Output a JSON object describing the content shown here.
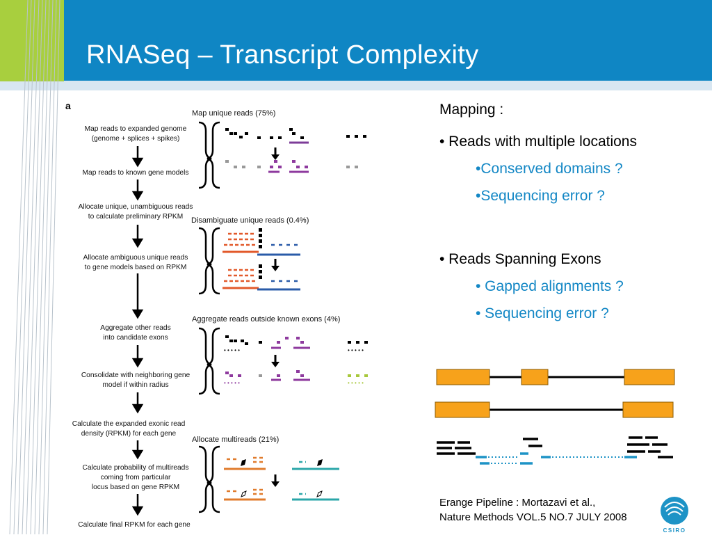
{
  "slide": {
    "title": "RNASeq – Transcript Complexity",
    "colors": {
      "header": "#0f86c4",
      "accent_green": "#a8cf3e",
      "blue_text": "#1387c5",
      "exon_orange": "#f7a21b"
    }
  },
  "figure": {
    "panel_label": "a",
    "steps": [
      [
        "Map reads to expanded genome",
        "(genome + splices + spikes)"
      ],
      [
        "Map reads to known gene models"
      ],
      [
        "Allocate unique, unambiguous reads",
        "to calculate preliminary RPKM"
      ],
      [
        "Allocate ambiguous unique reads",
        "to gene models based on RPKM"
      ],
      [
        "Aggregate other reads",
        "into candidate exons"
      ],
      [
        "Consolidate with neighboring gene",
        "model if within radius"
      ],
      [
        "Calculate the expanded exonic read",
        "density (RPKM) for each gene"
      ],
      [
        "Calculate probability of multireads",
        "coming from particular",
        "locus based on gene RPKM"
      ],
      [
        "Calculate final RPKM for each gene"
      ]
    ],
    "headers": [
      "Map unique reads (75%)",
      "Disambiguate unique reads (0.4%)",
      "Aggregate reads outside known exons (4%)",
      "Allocate multireads (21%)"
    ]
  },
  "mapping": {
    "heading": "Mapping :",
    "bullet1": "• Reads with multiple locations",
    "sub1": "•Conserved domains ?",
    "sub2": "•Sequencing error ?",
    "bullet2": "• Reads Spanning Exons",
    "sub3": "• Gapped alignments ?",
    "sub4": "• Sequencing error ?"
  },
  "citation": {
    "line1": "Erange Pipeline : Mortazavi et al.,",
    "line2": "Nature Methods VOL.5 NO.7 JULY 2008"
  },
  "logo": {
    "text": "CSIRO"
  }
}
